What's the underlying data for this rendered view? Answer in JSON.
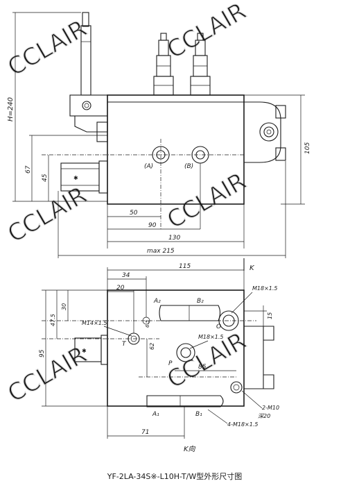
{
  "caption": "YF-2LA-34S※-L10H-T/W型外形尺寸图",
  "watermark": "CCLAIR",
  "front_view": {
    "height_label": "H=240",
    "dim_67": "67",
    "dim_45": "45",
    "dim_50": "50",
    "dim_90": "90",
    "dim_130": "130",
    "dim_max": "max 215",
    "dim_105": "105",
    "port_a": "(A)",
    "port_b": "(B)"
  },
  "top_view": {
    "dim_115": "115",
    "dim_34": "34",
    "dim_20": "20",
    "dim_30": "30",
    "dim_47_5": "47.5",
    "dim_95": "95",
    "dim_62": "62",
    "dim_85": "85",
    "dim_71": "71",
    "dim_15": "15",
    "dim_6_5": "6.5",
    "label_a2": "A₂",
    "label_b2": "B₂",
    "label_a1": "A₁",
    "label_b1": "B₁",
    "label_t": "T",
    "label_p": "P",
    "label_o": "O",
    "thread_t": "M14×1.5",
    "thread_p": "M18×1.5",
    "thread_o": "M18×1.5",
    "note_m10": "2-M10",
    "note_depth": "深20",
    "note_4m18": "4-M18×1.5",
    "k_mark": "K",
    "k_direction": "K向"
  }
}
